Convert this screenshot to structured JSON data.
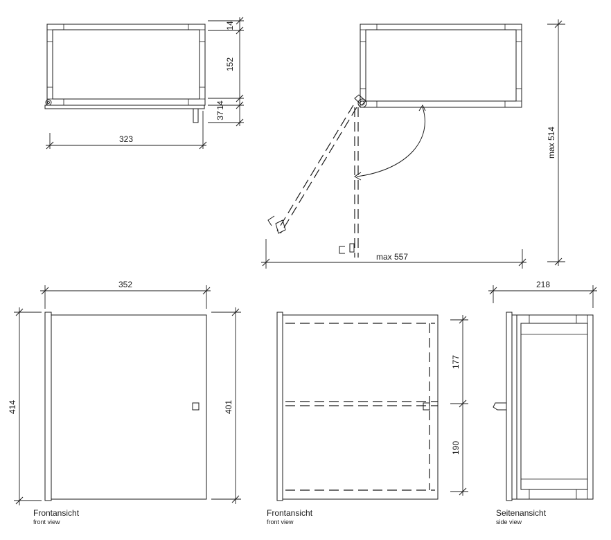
{
  "top_view_1": {
    "dim_top": "14",
    "dim_middle": "152",
    "dim_lower": "14",
    "dim_bottom": "37",
    "dim_width": "323"
  },
  "top_view_2": {
    "dim_depth": "max 514",
    "dim_width": "max 557"
  },
  "front_view_1": {
    "dim_width": "352",
    "dim_height_left": "414",
    "dim_height_right": "401",
    "caption": "Frontansicht",
    "subcaption": "front view"
  },
  "front_view_2": {
    "dim_upper": "177",
    "dim_lower": "190",
    "caption": "Frontansicht",
    "subcaption": "front view"
  },
  "side_view": {
    "dim_width": "218",
    "caption": "Seitenansicht",
    "subcaption": "side view"
  }
}
